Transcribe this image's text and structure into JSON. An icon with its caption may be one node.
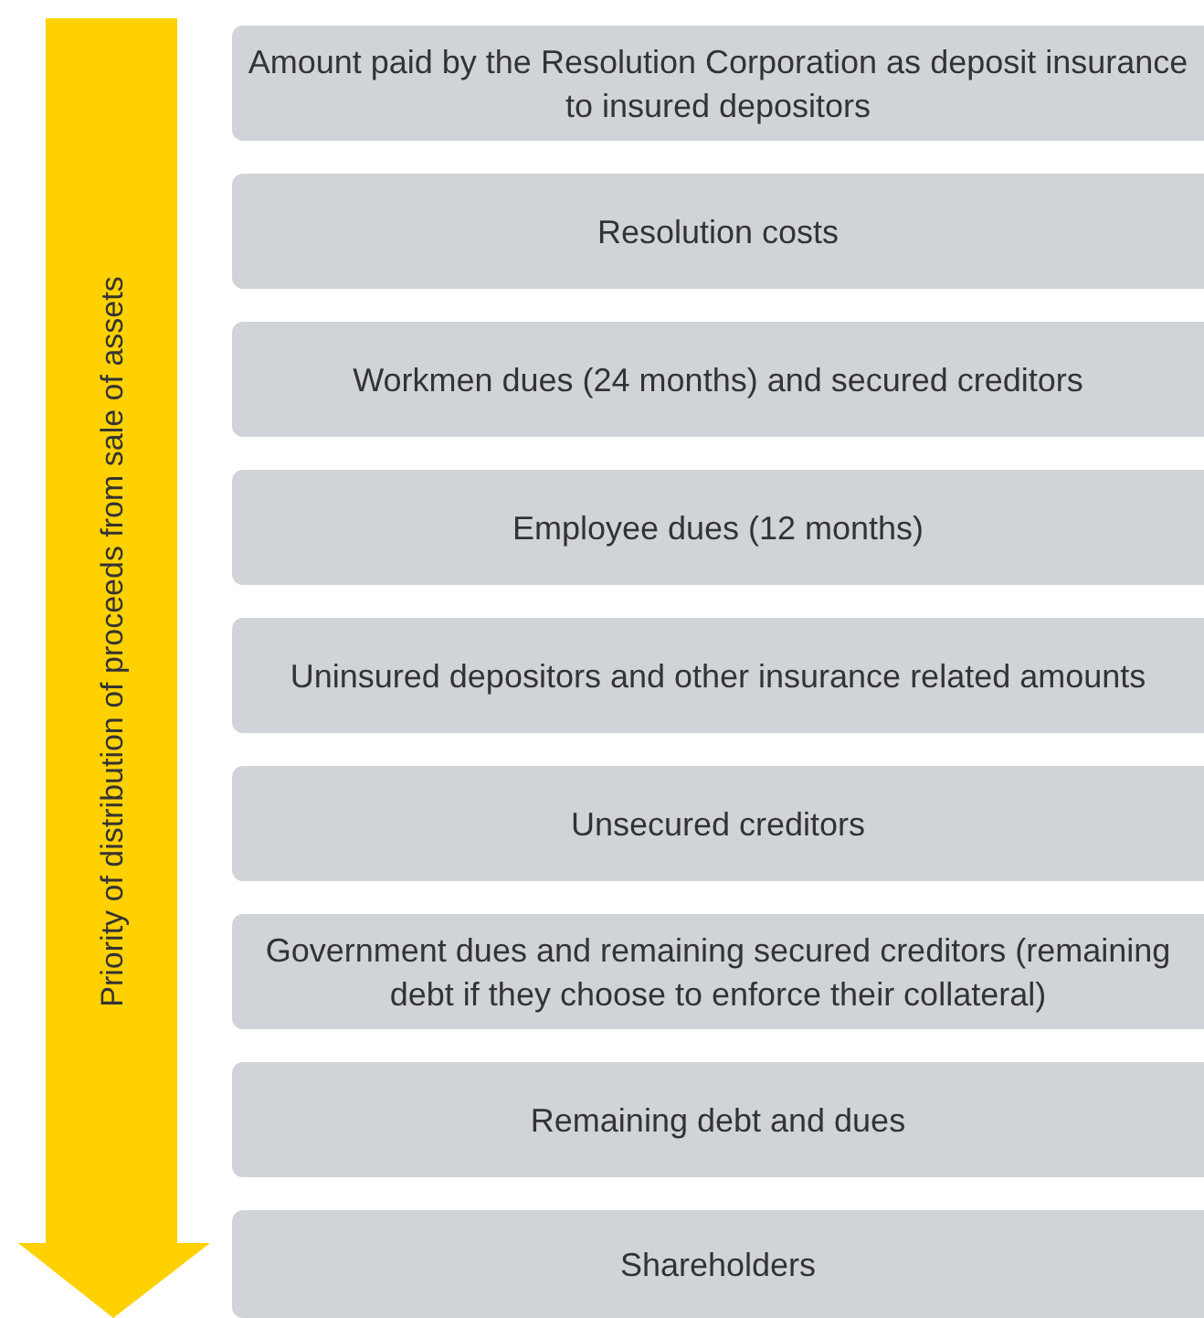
{
  "diagram": {
    "nodes": [
      {
        "text": [
          "Priority of distribution of proceeds from sale of assets"
        ]
      },
      {
        "text": [
          "Amount paid by the Resolution Corporation as deposit insurance to insured depositors"
        ]
      },
      {
        "text": [
          "Resolution costs"
        ]
      },
      {
        "text": [
          "Workmen dues (24 months) and secured creditors"
        ]
      },
      {
        "text": [
          "Employee dues (12 months)"
        ]
      },
      {
        "text": [
          "Uninsured depositors and other insurance related amounts"
        ]
      },
      {
        "text": [
          "Unsecured creditors"
        ]
      },
      {
        "text": [
          "Government dues and remaining secured creditors (remaining debt if they choose to enforce their collateral)"
        ]
      },
      {
        "text": [
          "Remaining debt and dues"
        ]
      },
      {
        "text": [
          "Shareholders"
        ]
      }
    ]
  }
}
